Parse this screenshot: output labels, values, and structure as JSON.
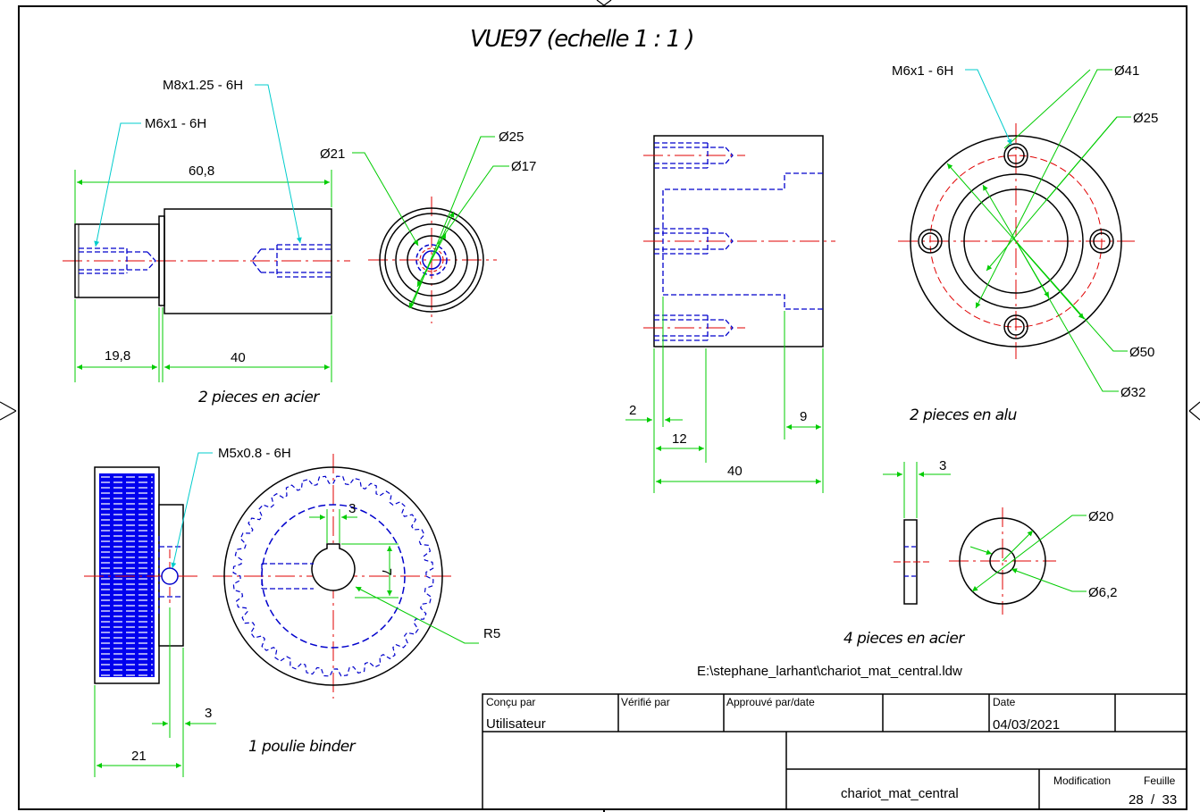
{
  "view": {
    "title": "VUE97 (echelle 1 : 1 )"
  },
  "parts": {
    "shaft": {
      "thread_left": "M6x1 - 6H",
      "thread_right": "M8x1.25 - 6H",
      "dim_total": "60,8",
      "dim_left": "19,8",
      "dim_right": "40",
      "note": "2  pieces en acier",
      "end_view": {
        "dia_outer": "Ø21",
        "dia_mid": "Ø25",
        "dia_inner": "Ø17"
      }
    },
    "flange": {
      "thread": "M6x1 - 6H",
      "dia_41": "Ø41",
      "dia_25": "Ø25",
      "dia_50": "Ø50",
      "dia_32": "Ø32",
      "dim_2": "2",
      "dim_12": "12",
      "dim_40": "40",
      "dim_9": "9",
      "note": "2  pieces en alu"
    },
    "pulley": {
      "thread": "M5x0.8 - 6H",
      "dim_3_keyway": "3",
      "dim_7": "7",
      "radius": "R5",
      "dim_3_hub": "3",
      "dim_21": "21",
      "note": "1 poulie binder"
    },
    "washer": {
      "dim_3": "3",
      "dia_20": "Ø20",
      "dia_62": "Ø6,2",
      "note": "4 pieces en acier"
    }
  },
  "file_path": "E:\\stephane_larhant\\chariot_mat_central.ldw",
  "title_block": {
    "designed_by_label": "Conçu par",
    "designed_by_value": "Utilisateur",
    "checked_by_label": "Vérifié par",
    "approved_label": "Approuvé par/date",
    "date_label": "Date",
    "date_value": "04/03/2021",
    "drawing_name": "chariot_mat_central",
    "modification_label": "Modification",
    "sheet_label": "Feuille",
    "sheet_value": "28  /  33"
  },
  "colors": {
    "outline": "#000000",
    "hidden": "#0000cc",
    "center": "#e00000",
    "dimension": "#00cc00",
    "leader": "#00cccc",
    "fill": "#0000ee"
  }
}
